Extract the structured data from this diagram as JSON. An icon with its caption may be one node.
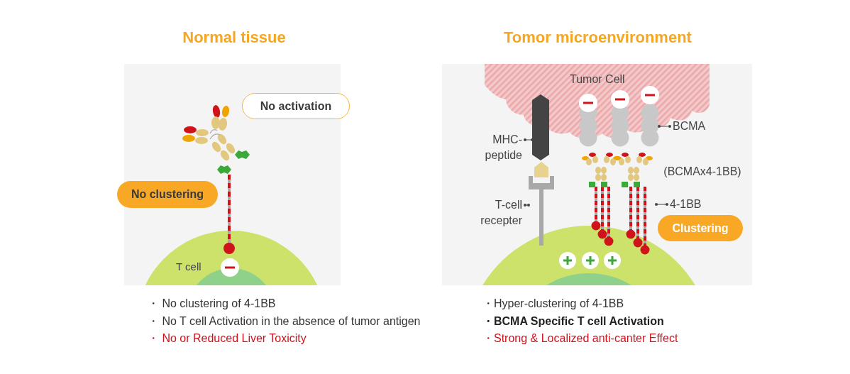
{
  "diagram": {
    "nodes": [
      {
        "text": [
          "Normal tissue"
        ]
      },
      {
        "text": [
          "No activation"
        ],
        "in": 0
      },
      {
        "text": [
          "No clustering"
        ],
        "in": 0
      },
      {
        "text": [
          "T cell"
        ],
        "in": 0
      },
      {
        "text": [
          "Tomor microenvironment"
        ]
      },
      {
        "text": [
          "Tumor Cell"
        ],
        "in": 4
      },
      {
        "text": [
          "MHC- peptide"
        ],
        "in": 4
      },
      {
        "text": [],
        "shape": "bar",
        "in": 4
      },
      {
        "text": [
          "BCMA"
        ],
        "in": 4
      },
      {
        "text": [],
        "shape": "picture",
        "in": 4
      },
      {
        "text": [
          "T-cell recepter"
        ],
        "in": 4
      },
      {
        "text": [],
        "shape": "picture",
        "in": 4
      },
      {
        "text": [
          "4-1BB"
        ],
        "in": 4
      },
      {
        "text": [],
        "shape": "picture",
        "in": 4
      },
      {
        "text": [
          "Clustering"
        ],
        "in": 4
      },
      {
        "text": [],
        "shape": "circle",
        "in": 4
      }
    ],
    "edges": [
      {
        "from": 6,
        "to": 7,
        "arrow": "other"
      },
      {
        "from": 8,
        "to": 9,
        "arrow": "other"
      },
      {
        "from": 10,
        "to": 11,
        "arrow": "other"
      },
      {
        "from": 12,
        "to": 13,
        "arrow": "other"
      }
    ],
    "labels": [
      "(BCMAx4-1BB)",
      "・ No clustering of 4-1BB",
      "・ No T cell Activation in the absence of tumor antigen",
      "・ No or Reduced Liver Toxicity",
      "・Hyper-clustering of 4-1BB",
      "・BCMA Specific T cell Activation",
      "・Strong & Localized anti-canter Effect"
    ]
  }
}
